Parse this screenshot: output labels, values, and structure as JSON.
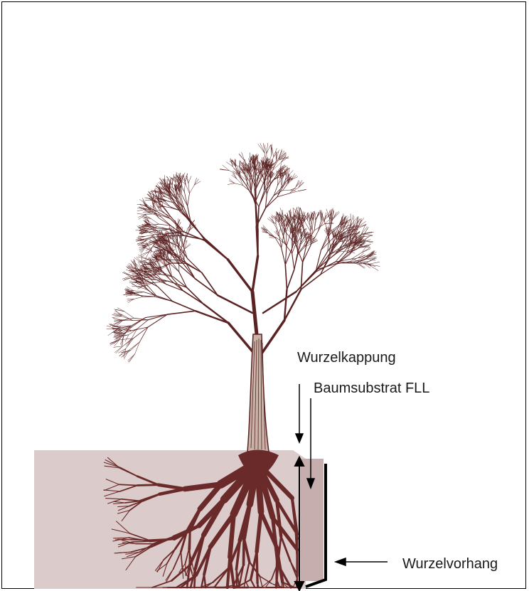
{
  "labels": {
    "root_pruning": "Wurzelkappung",
    "substrate": "Baumsubstrat FLL",
    "root_curtain": "Wurzelvorhang"
  },
  "colors": {
    "tree": "#5a2222",
    "soil": "#d9c8c8",
    "substrate_strip": "#c9b2b2",
    "curtain": "#000000",
    "arrow": "#000000"
  }
}
